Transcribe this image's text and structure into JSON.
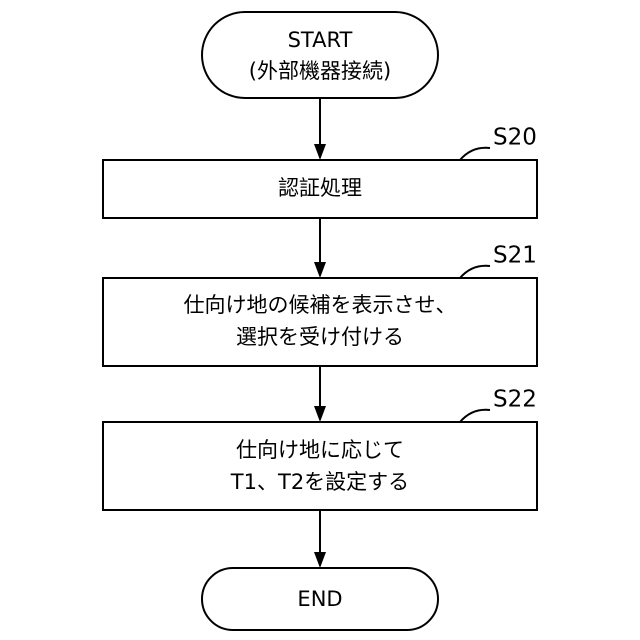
{
  "flowchart": {
    "start": {
      "line1": "START",
      "line2": "(外部機器接続)"
    },
    "steps": [
      {
        "id": "S20",
        "lines": [
          "認証処理"
        ]
      },
      {
        "id": "S21",
        "lines": [
          "仕向け地の候補を表示させ、",
          "選択を受け付ける"
        ]
      },
      {
        "id": "S22",
        "lines": [
          "仕向け地に応じて",
          "T1、T2を設定する"
        ]
      }
    ],
    "end": {
      "label": "END"
    }
  }
}
